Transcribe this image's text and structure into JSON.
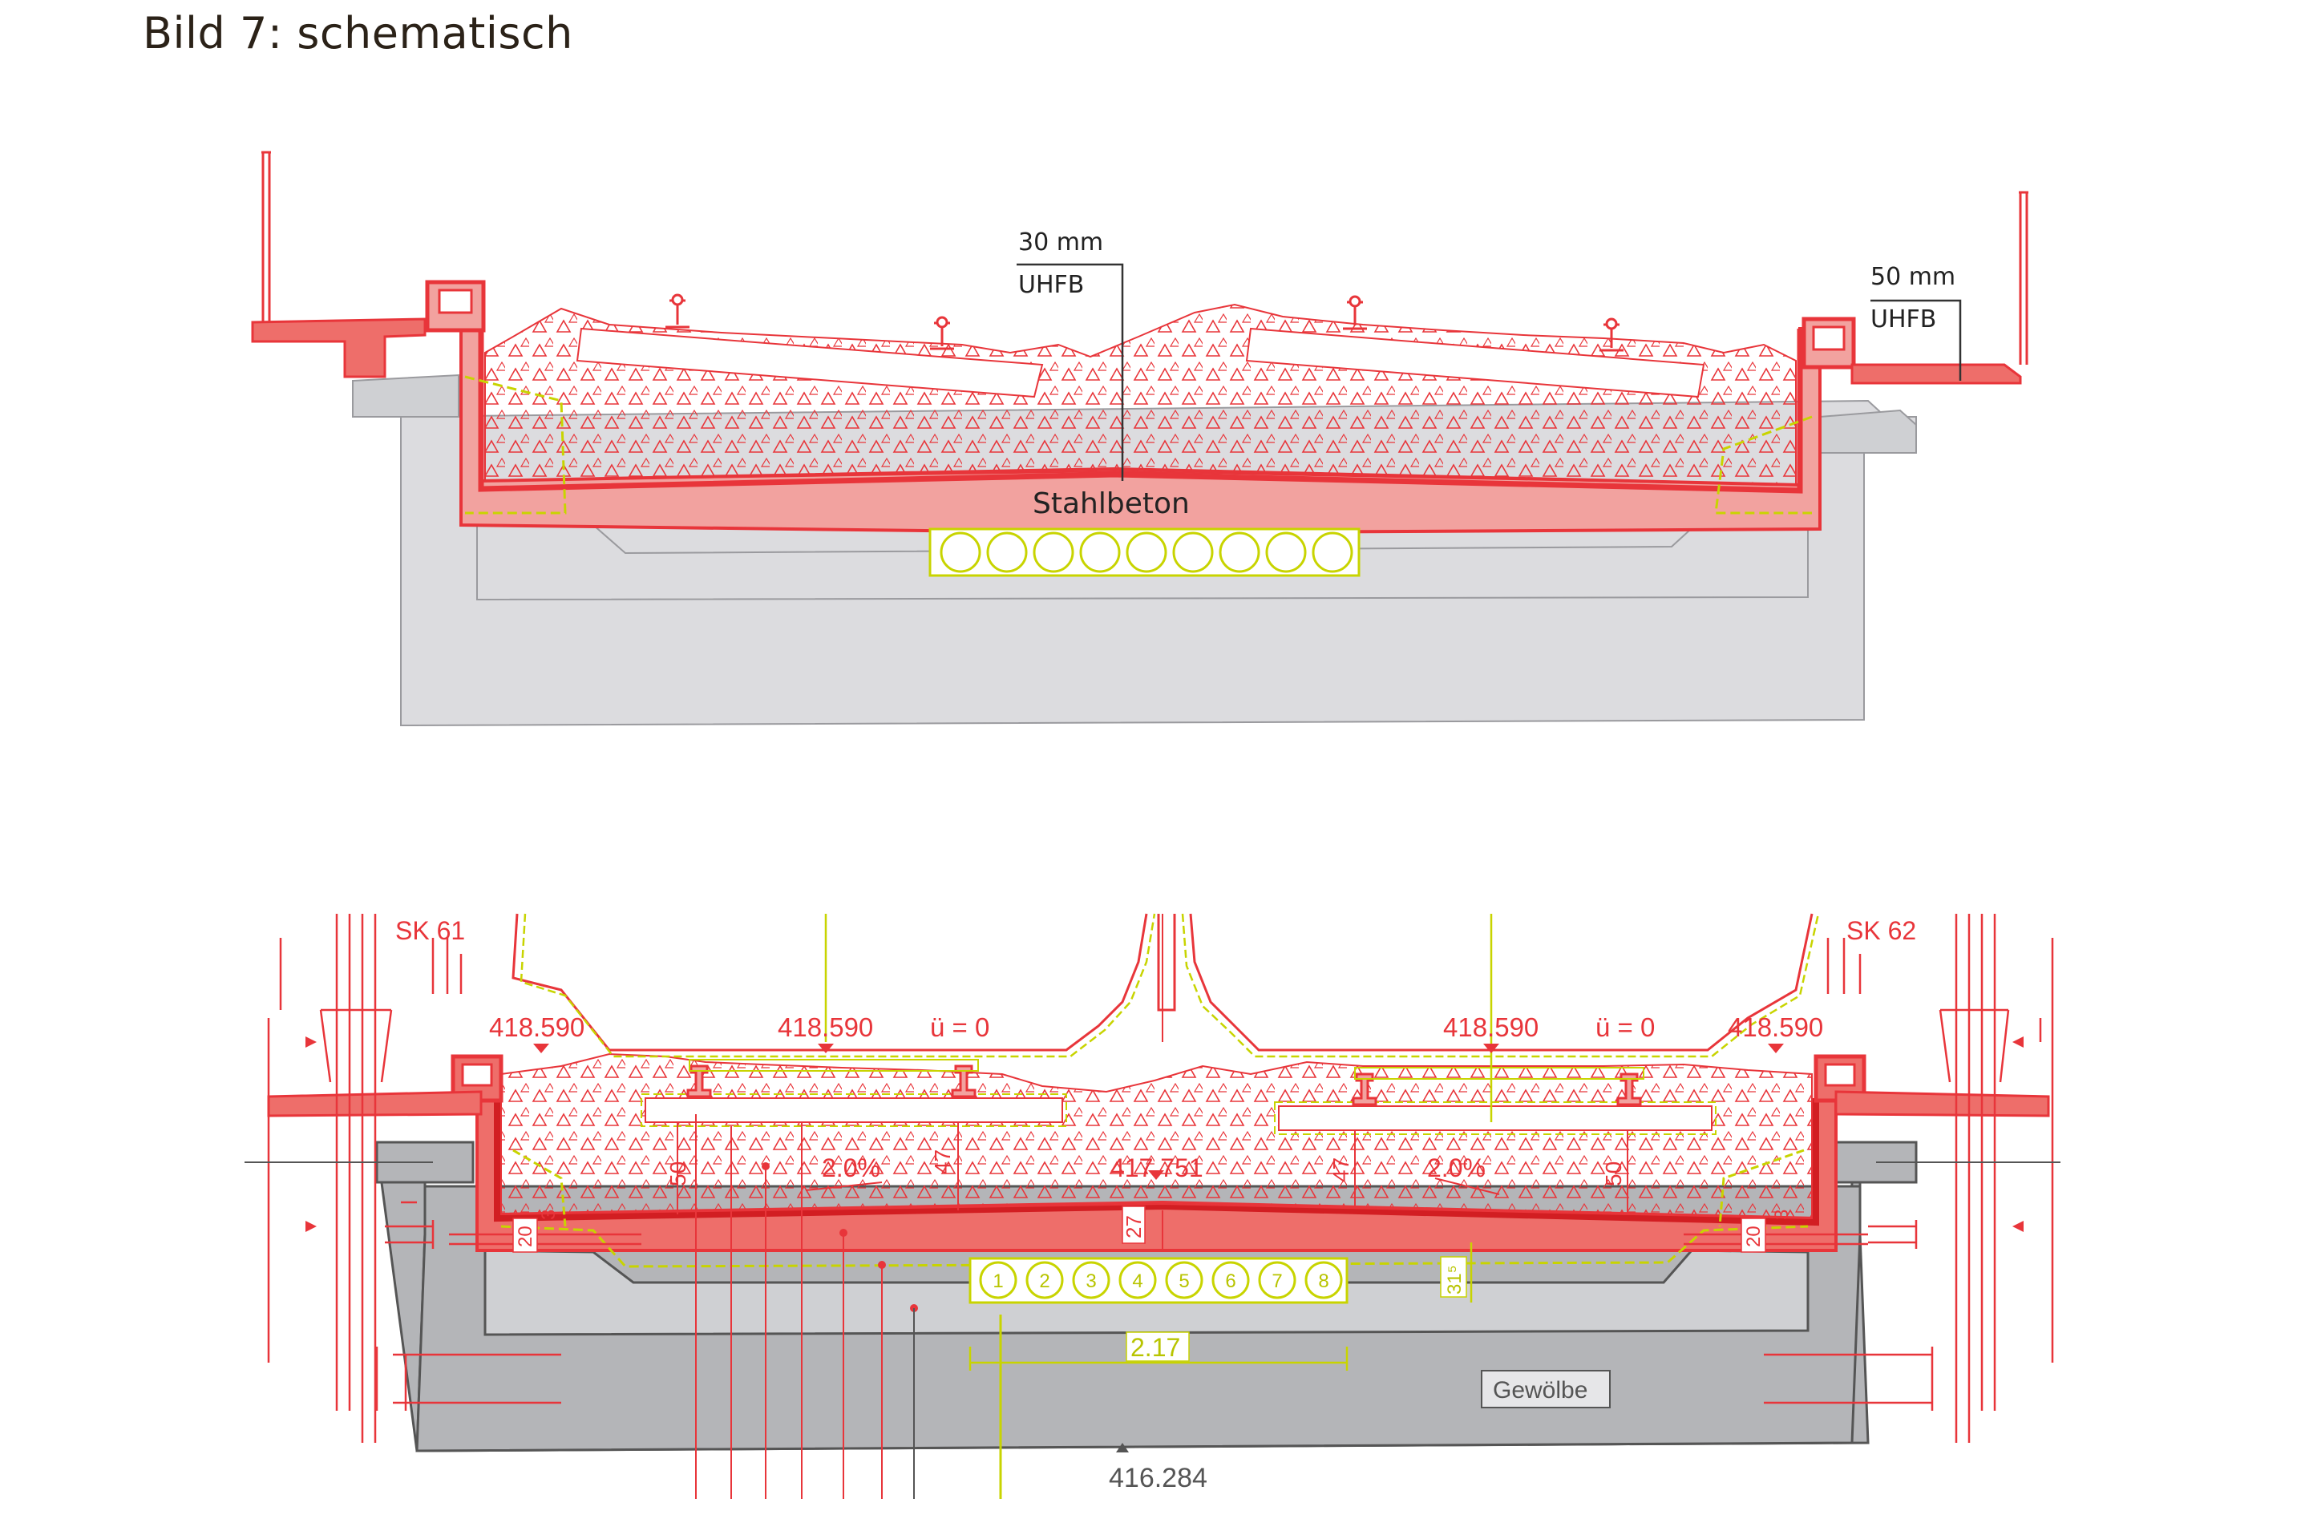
{
  "title": "Bild 7: schematisch",
  "colors": {
    "red": "#e8353a",
    "red_fill": "#f2a29f",
    "red_strong": "#ee6e6a",
    "gray_fill": "#dcdcdf",
    "gray_dark": "#b4b5b8",
    "yellow": "#c8d400",
    "text": "#222222"
  },
  "top_diagram": {
    "labels": {
      "left_layer_thickness": "30 mm",
      "left_layer_material": "UHFB",
      "right_layer_thickness": "50 mm",
      "right_layer_material": "UHFB",
      "slab_material": "Stahlbeton"
    },
    "duct_count": 9
  },
  "bottom_diagram": {
    "labels": {
      "section_left": "SK 61",
      "section_right": "SK 62",
      "elev_1": "418.590",
      "elev_2": "418.590",
      "elev_3": "418.590",
      "elev_4": "418.590",
      "cant_left": "ü = 0",
      "cant_right": "ü = 0",
      "slope_left": "2.0%",
      "slope_right": "2.0%",
      "elev_center": "417.751",
      "dim_50_left": "50",
      "dim_47_left": "47",
      "dim_47_right": "47",
      "dim_50_right": "50",
      "dim_27": "27",
      "dim_20_left": "20",
      "dim_3_left": "3",
      "dim_20_right": "20",
      "dim_3_right": "3",
      "dim_31": "31⁵",
      "dim_217": "2.17",
      "elev_bottom": "416.284",
      "vault_label": "Gewölbe"
    },
    "ducts": [
      "1",
      "2",
      "3",
      "4",
      "5",
      "6",
      "7",
      "8"
    ]
  }
}
